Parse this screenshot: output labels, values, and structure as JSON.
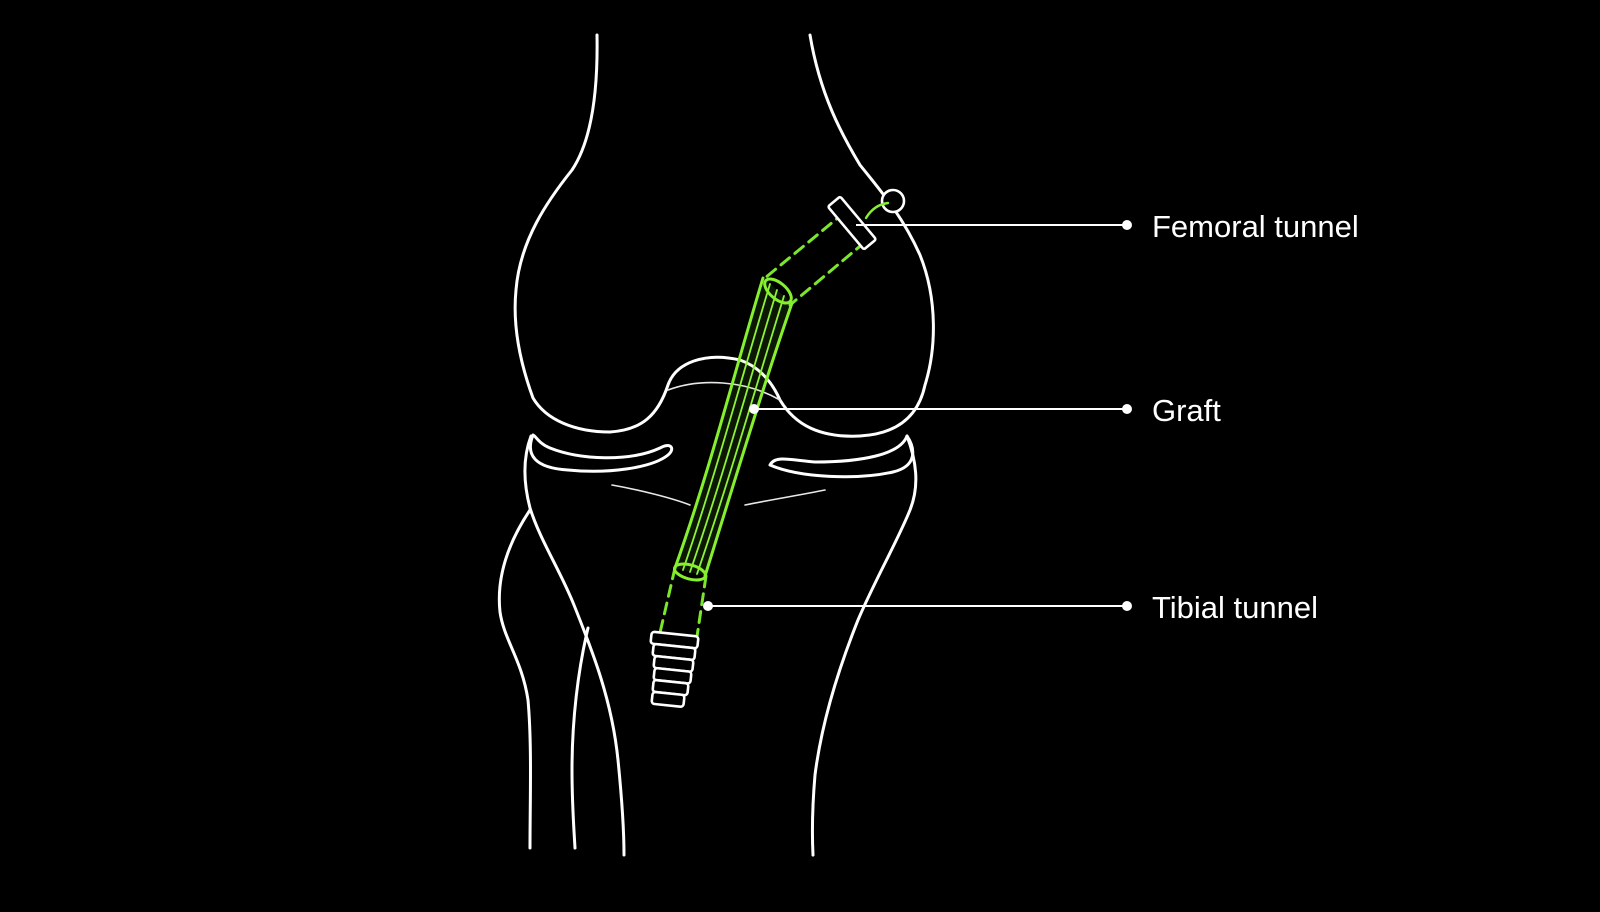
{
  "labels": {
    "femoral_tunnel": "Femoral tunnel",
    "graft": "Graft",
    "tibial_tunnel": "Tibial tunnel"
  },
  "colors": {
    "background": "#000000",
    "outline": "#ffffff",
    "graft": "#7dea2a"
  }
}
